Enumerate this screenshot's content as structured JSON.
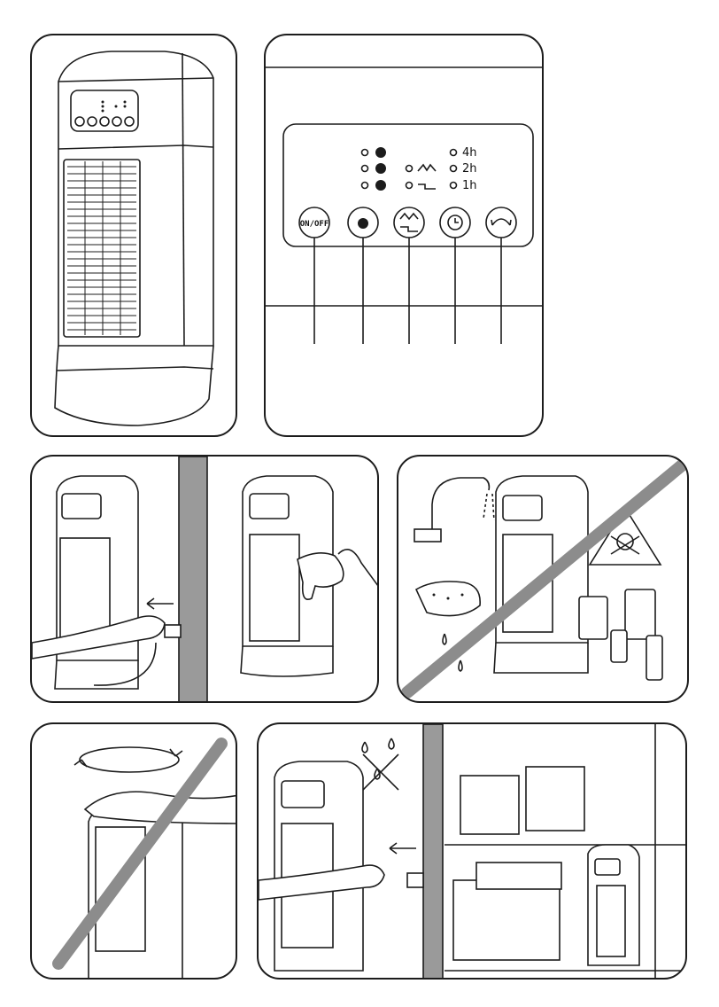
{
  "control_panel": {
    "buttons": [
      {
        "id": "power",
        "label": "ON/OFF",
        "icon": "power-icon"
      },
      {
        "id": "fan",
        "label": "",
        "icon": "fan-speed-icon"
      },
      {
        "id": "mode",
        "label": "",
        "icon": "heat-mode-icon"
      },
      {
        "id": "timer",
        "label": "",
        "icon": "timer-clock-icon"
      },
      {
        "id": "oscillate",
        "label": "",
        "icon": "oscillation-icon"
      }
    ],
    "timer_indicators": [
      "4h",
      "2h",
      "1h"
    ],
    "fan_indicators": 3,
    "mode_indicators": 2
  },
  "panels": [
    {
      "id": "heater-front",
      "icon": "tower-heater"
    },
    {
      "id": "control-panel-closeup",
      "icon": "control-panel"
    },
    {
      "id": "unplug-and-wipe",
      "icon": "unplug-clean"
    },
    {
      "id": "no-water-no-chemicals",
      "icon": "prohibited-cleaning"
    },
    {
      "id": "no-cover-while-rotating",
      "icon": "prohibited-cover"
    },
    {
      "id": "unplug-storage",
      "icon": "storage"
    }
  ],
  "colors": {
    "line": "#1c1c1c",
    "grey_wall": "#9a9a9a",
    "prohibit": "#8c8c8c",
    "background": "#ffffff"
  }
}
